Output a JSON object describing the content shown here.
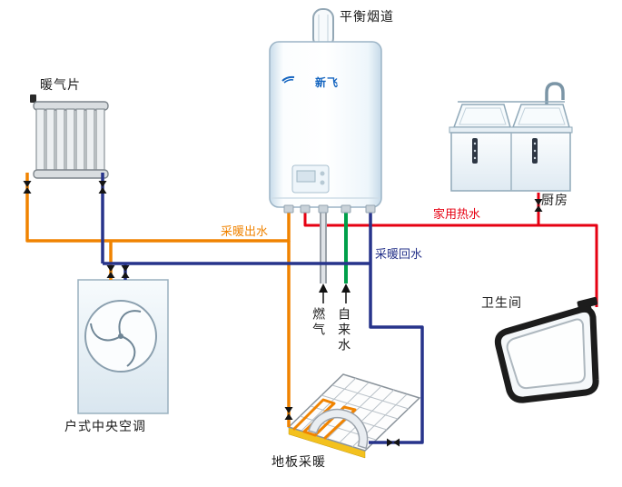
{
  "diagram": {
    "labels": {
      "flue": "平衡烟道",
      "radiator": "暖气片",
      "kitchen": "厨房",
      "domestic_hot_water": "家用热水",
      "heating_outlet": "采暖出水",
      "heating_return": "采暖回水",
      "gas": "燃气",
      "tap_water": "自来水",
      "bathroom": "卫生间",
      "air_conditioner": "户式中央空调",
      "floor_heating": "地板采暖",
      "brand": "新飞"
    },
    "colors": {
      "heating_outlet_pipe": "#f08300",
      "heating_return_pipe": "#27348b",
      "hot_water_pipe": "#e60012",
      "gas_pipe": "#9aa1a8",
      "tap_water_pipe": "#00a04a",
      "floor_edge": "#f3c11e"
    }
  }
}
